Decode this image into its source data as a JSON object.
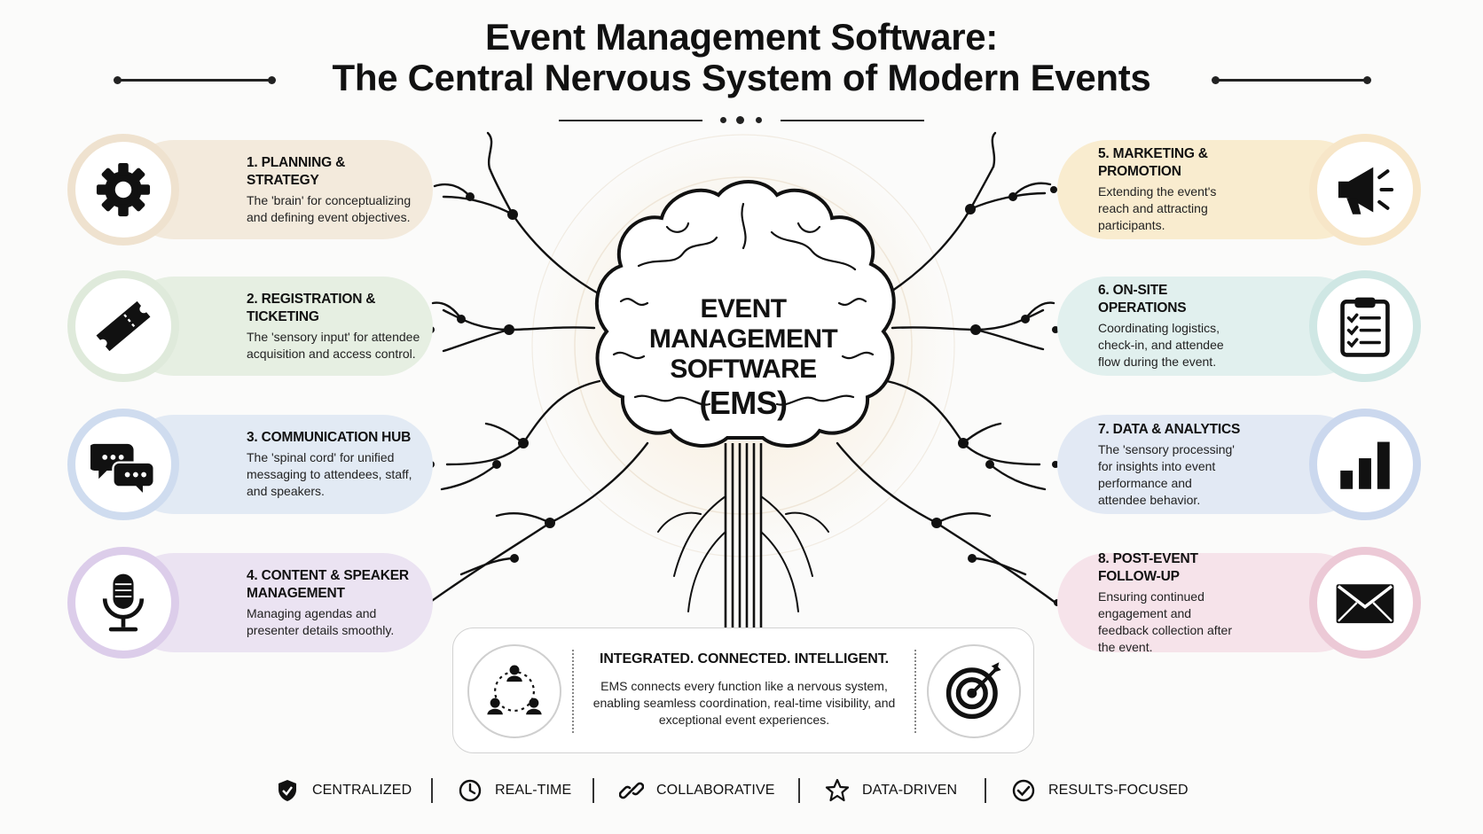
{
  "title": {
    "line1": "Event Management Software:",
    "line2": "The Central Nervous System of Modern Events"
  },
  "center": {
    "line1": "EVENT",
    "line2": "MANAGEMENT",
    "line3": "SOFTWARE",
    "line4": "(EMS)"
  },
  "cards": [
    {
      "title": "1. PLANNING & STRATEGY",
      "desc": "The 'brain' for conceptualizing and defining event objectives.",
      "icon": "gear-icon",
      "color": "#efe2cf"
    },
    {
      "title": "2. REGISTRATION & TICKETING",
      "desc": "The 'sensory input' for attendee acquisition and access control.",
      "icon": "ticket-icon",
      "color": "#dfeadb"
    },
    {
      "title": "3. COMMUNICATION HUB",
      "desc": "The 'spinal cord' for unified messaging to attendees, staff, and speakers.",
      "icon": "chat-bubbles-icon",
      "color": "#dce6f2"
    },
    {
      "title": "4. CONTENT & SPEAKER MANAGEMENT",
      "desc": "Managing agendas and presenter details smoothly.",
      "icon": "microphone-icon",
      "color": "#e6dcef"
    },
    {
      "title": "5. MARKETING & PROMOTION",
      "desc": "Extending the event's reach and attracting participants.",
      "icon": "megaphone-icon",
      "color": "#f7e6c8"
    },
    {
      "title": "6. ON-SITE OPERATIONS",
      "desc": "Coordinating logistics, check-in, and attendee flow during the event.",
      "icon": "clipboard-checklist-icon",
      "color": "#d6ecea"
    },
    {
      "title": "7. DATA & ANALYTICS",
      "desc": "The 'sensory processing' for insights into event performance and attendee behavior.",
      "icon": "bar-chart-icon",
      "color": "#dbe4f2"
    },
    {
      "title": "8. POST-EVENT FOLLOW-UP",
      "desc": "Ensuring continued engagement and feedback collection after the event.",
      "icon": "envelope-icon",
      "color": "#f2dbe3"
    }
  ],
  "summary": {
    "title": "INTEGRATED. CONNECTED. INTELLIGENT.",
    "desc": "EMS connects every function like a nervous system, enabling seamless coordination, real-time visibility, and exceptional event experiences.",
    "left_icon": "team-network-icon",
    "right_icon": "target-arrow-icon"
  },
  "features": [
    {
      "label": "CENTRALIZED",
      "icon": "shield-icon"
    },
    {
      "label": "REAL-TIME",
      "icon": "clock-icon"
    },
    {
      "label": "COLLABORATIVE",
      "icon": "link-icon"
    },
    {
      "label": "DATA-DRIVEN",
      "icon": "star-icon"
    },
    {
      "label": "RESULTS-FOCUSED",
      "icon": "check-circle-icon"
    }
  ]
}
